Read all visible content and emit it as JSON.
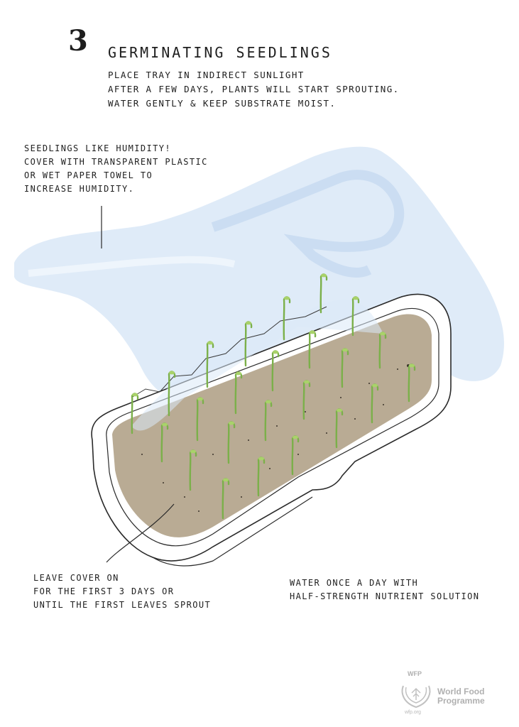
{
  "step": {
    "number": "3",
    "title": "Germinating Seedlings",
    "lines": [
      "PLACE TRAY IN INDIRECT SUNLIGHT",
      "AFTER A FEW DAYS, PLANTS WILL START SPROUTING.",
      "WATER GENTLY & KEEP SUBSTRATE MOIST."
    ]
  },
  "notes": {
    "humidity": [
      "SEEDLINGS LIKE HUMIDITY!",
      "COVER WITH TRANSPARENT PLASTIC",
      "OR WET PAPER TOWEL TO",
      "INCREASE HUMIDITY."
    ],
    "cover": [
      "LEAVE COVER ON",
      "FOR THE FIRST 3 DAYS OR",
      "UNTIL THE FIRST LEAVES SPROUT"
    ],
    "water": [
      "WATER ONCE A DAY WITH",
      "HALF-STRENGTH NUTRIENT SOLUTION"
    ]
  },
  "logo": {
    "abbr": "WFP",
    "name_lines": [
      "World Food",
      "Programme"
    ],
    "url": "wfp.org"
  },
  "colors": {
    "plastic_cover": "#dbe9f7",
    "substrate": "#b9ab94",
    "substrate_dark": "#a99a84",
    "tray_outline": "#2a2a2a",
    "seedling_stem": "#7bb04a",
    "seedling_leaf": "#a9d26a",
    "logo_grey": "#b0b0b0"
  },
  "icons": [
    "wfp-wheat-emblem-icon",
    "seedling-icon",
    "pointer-line-icon"
  ]
}
